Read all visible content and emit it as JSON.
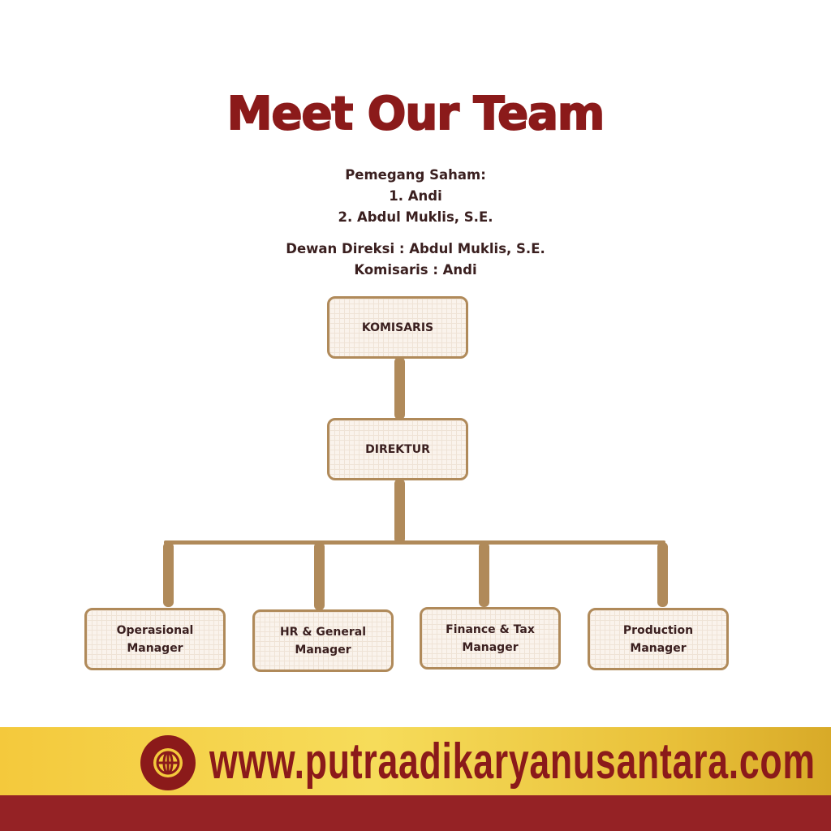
{
  "title": "Meet Our Team",
  "shareholders": {
    "heading": "Pemegang Saham:",
    "items": [
      "1. Andi",
      "2. Abdul Muklis, S.E."
    ]
  },
  "board": {
    "directors": "Dewan Direksi : Abdul Muklis, S.E.",
    "commissioner": "Komisaris : Andi"
  },
  "org": {
    "top": "KOMISARIS",
    "middle": "DIREKTUR",
    "managers": [
      {
        "line1": "Operasional",
        "line2": "Manager"
      },
      {
        "line1": "HR & General",
        "line2": "Manager"
      },
      {
        "line1": "Finance & Tax",
        "line2": "Manager"
      },
      {
        "line1": "Production",
        "line2": "Manager"
      }
    ]
  },
  "footer": {
    "url": "www.putraadikaryanusantara.com",
    "icon": "globe-icon"
  },
  "colors": {
    "accent": "#8b1a1a",
    "connector": "#b08a5a",
    "band": "#f4c93c"
  }
}
